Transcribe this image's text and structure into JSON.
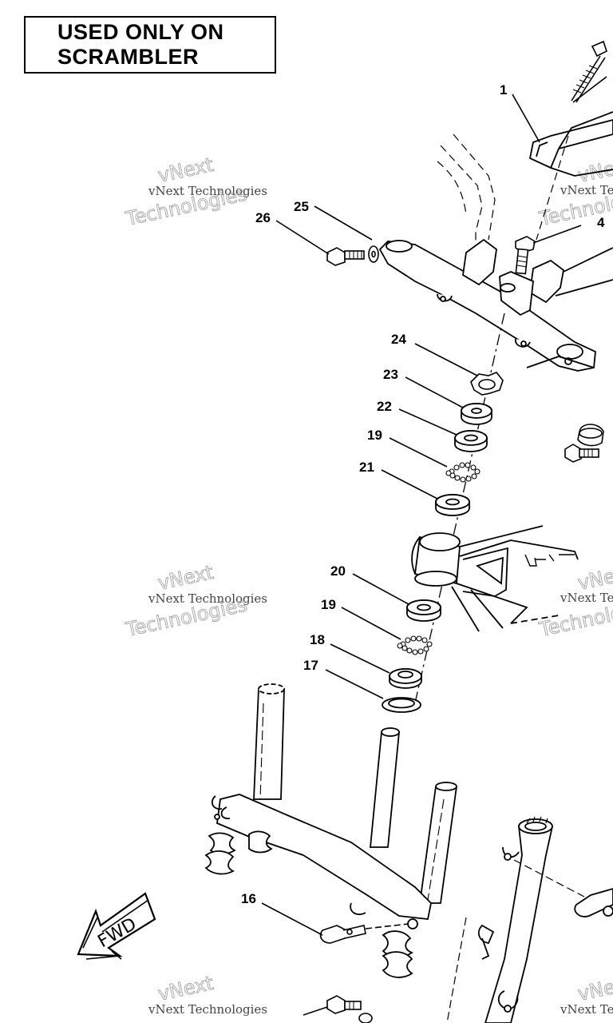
{
  "banner": {
    "line1": "USED ONLY ON",
    "line2": "SCRAMBLER"
  },
  "callouts": {
    "c1": "1",
    "c4": "4",
    "c25": "25",
    "c26": "26",
    "c24": "24",
    "c23": "23",
    "c22": "22",
    "c19a": "19",
    "c21": "21",
    "c20": "20",
    "c19b": "19",
    "c18": "18",
    "c17": "17",
    "c16": "16"
  },
  "fwd_label": "FWD",
  "watermark": {
    "word1": "vNext",
    "line": "vNext Technologies",
    "word2": "Technologies"
  }
}
